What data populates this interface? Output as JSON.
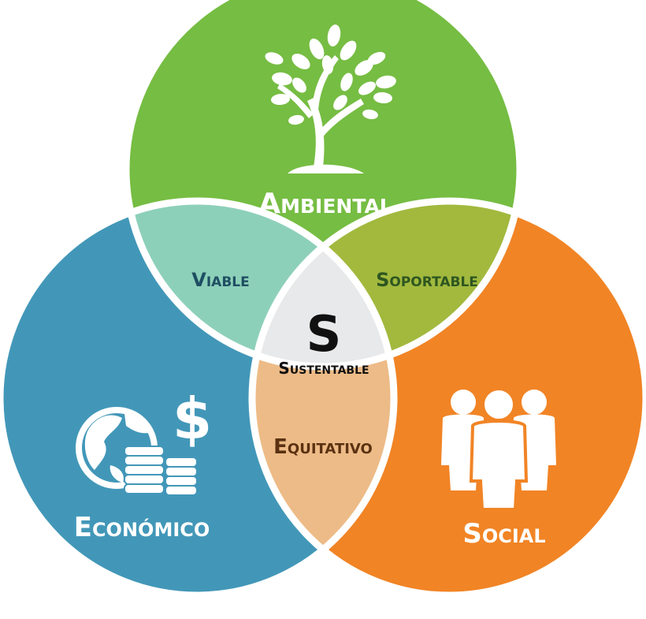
{
  "circles": {
    "ambiental": {
      "label": "Ambiental",
      "color": "#76bd43",
      "icon": "tree-icon"
    },
    "economico": {
      "label": "Económico",
      "color": "#4297b8",
      "icon": "globe-money-icon"
    },
    "social": {
      "label": "Social",
      "color": "#f18425",
      "icon": "people-group-icon"
    }
  },
  "overlaps": {
    "viable": {
      "label": "Viable",
      "color": "#8dd0b9",
      "text_color": "#1f4f63"
    },
    "soportable": {
      "label": "Soportable",
      "color": "#a2b93e",
      "text_color": "#2e5620"
    },
    "equitativo": {
      "label": "Equitativo",
      "color": "#edbb87",
      "text_color": "#5b3211"
    }
  },
  "center": {
    "letter": "S",
    "label": "Sustentable",
    "color": "#e8e9ea",
    "text_color": "#111111"
  },
  "icons": {
    "currency_symbol": "$"
  }
}
